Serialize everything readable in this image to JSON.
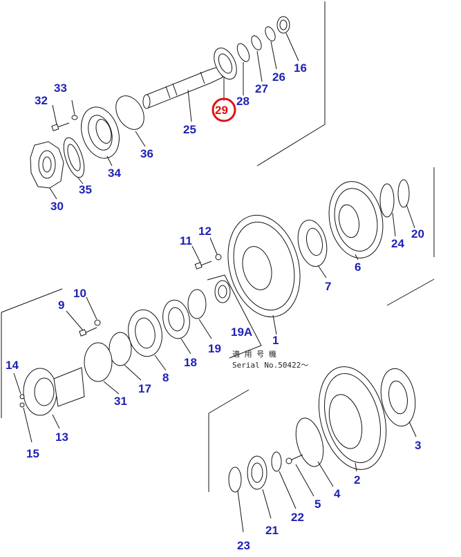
{
  "diagram": {
    "highlight_color": "#e01010",
    "label_color": "#1e21b4",
    "highlighted_part": "29",
    "labels": [
      {
        "id": "p33",
        "text": "33"
      },
      {
        "id": "p32",
        "text": "32"
      },
      {
        "id": "p25",
        "text": "25"
      },
      {
        "id": "p29",
        "text": "29"
      },
      {
        "id": "p28",
        "text": "28"
      },
      {
        "id": "p27",
        "text": "27"
      },
      {
        "id": "p26",
        "text": "26"
      },
      {
        "id": "p16",
        "text": "16"
      },
      {
        "id": "p36",
        "text": "36"
      },
      {
        "id": "p34",
        "text": "34"
      },
      {
        "id": "p35",
        "text": "35"
      },
      {
        "id": "p30",
        "text": "30"
      },
      {
        "id": "p11",
        "text": "11"
      },
      {
        "id": "p12",
        "text": "12"
      },
      {
        "id": "p24",
        "text": "24"
      },
      {
        "id": "p20",
        "text": "20"
      },
      {
        "id": "p6",
        "text": "6"
      },
      {
        "id": "p7",
        "text": "7"
      },
      {
        "id": "p10",
        "text": "10"
      },
      {
        "id": "p9",
        "text": "9"
      },
      {
        "id": "p19A",
        "text": "19A"
      },
      {
        "id": "p1",
        "text": "1"
      },
      {
        "id": "p19",
        "text": "19"
      },
      {
        "id": "p18",
        "text": "18"
      },
      {
        "id": "p8",
        "text": "8"
      },
      {
        "id": "p14",
        "text": "14"
      },
      {
        "id": "p17",
        "text": "17"
      },
      {
        "id": "p31",
        "text": "31"
      },
      {
        "id": "p13",
        "text": "13"
      },
      {
        "id": "p15",
        "text": "15"
      },
      {
        "id": "p3",
        "text": "3"
      },
      {
        "id": "p2",
        "text": "2"
      },
      {
        "id": "p4",
        "text": "4"
      },
      {
        "id": "p5",
        "text": "5"
      },
      {
        "id": "p22",
        "text": "22"
      },
      {
        "id": "p21",
        "text": "21"
      },
      {
        "id": "p23",
        "text": "23"
      }
    ],
    "serial_note_line1": "適 用 号 機",
    "serial_note_line2": "Serial No.50422～"
  }
}
